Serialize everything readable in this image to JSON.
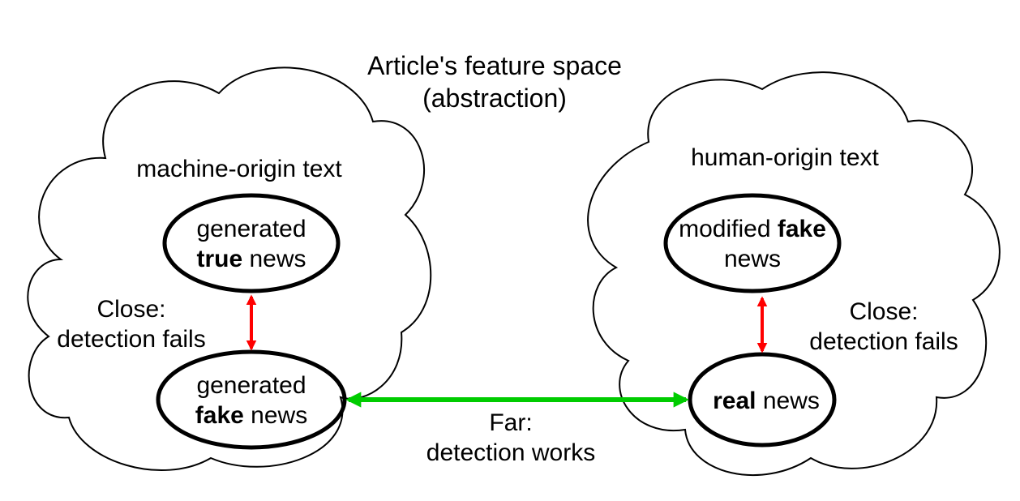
{
  "title": {
    "line1": "Article's feature space",
    "line2": "(abstraction)"
  },
  "left_cloud": {
    "label": "machine-origin text",
    "top_node": {
      "line1": "generated",
      "bold": "true",
      "rest": " news"
    },
    "bottom_node": {
      "line1": "generated",
      "bold": "fake",
      "rest": " news"
    },
    "edge_label": {
      "line1": "Close:",
      "line2": "detection fails"
    }
  },
  "right_cloud": {
    "label": "human-origin text",
    "top_node": {
      "prefix": "modified ",
      "bold": "fake",
      "line2": "news"
    },
    "bottom_node": {
      "bold": "real",
      "rest": " news"
    },
    "edge_label": {
      "line1": "Close:",
      "line2": "detection fails"
    }
  },
  "cross_edge_label": {
    "line1": "Far:",
    "line2": "detection works"
  },
  "colors": {
    "close_arrow": "#ff0000",
    "far_arrow": "#00cc00",
    "stroke": "#000000"
  }
}
